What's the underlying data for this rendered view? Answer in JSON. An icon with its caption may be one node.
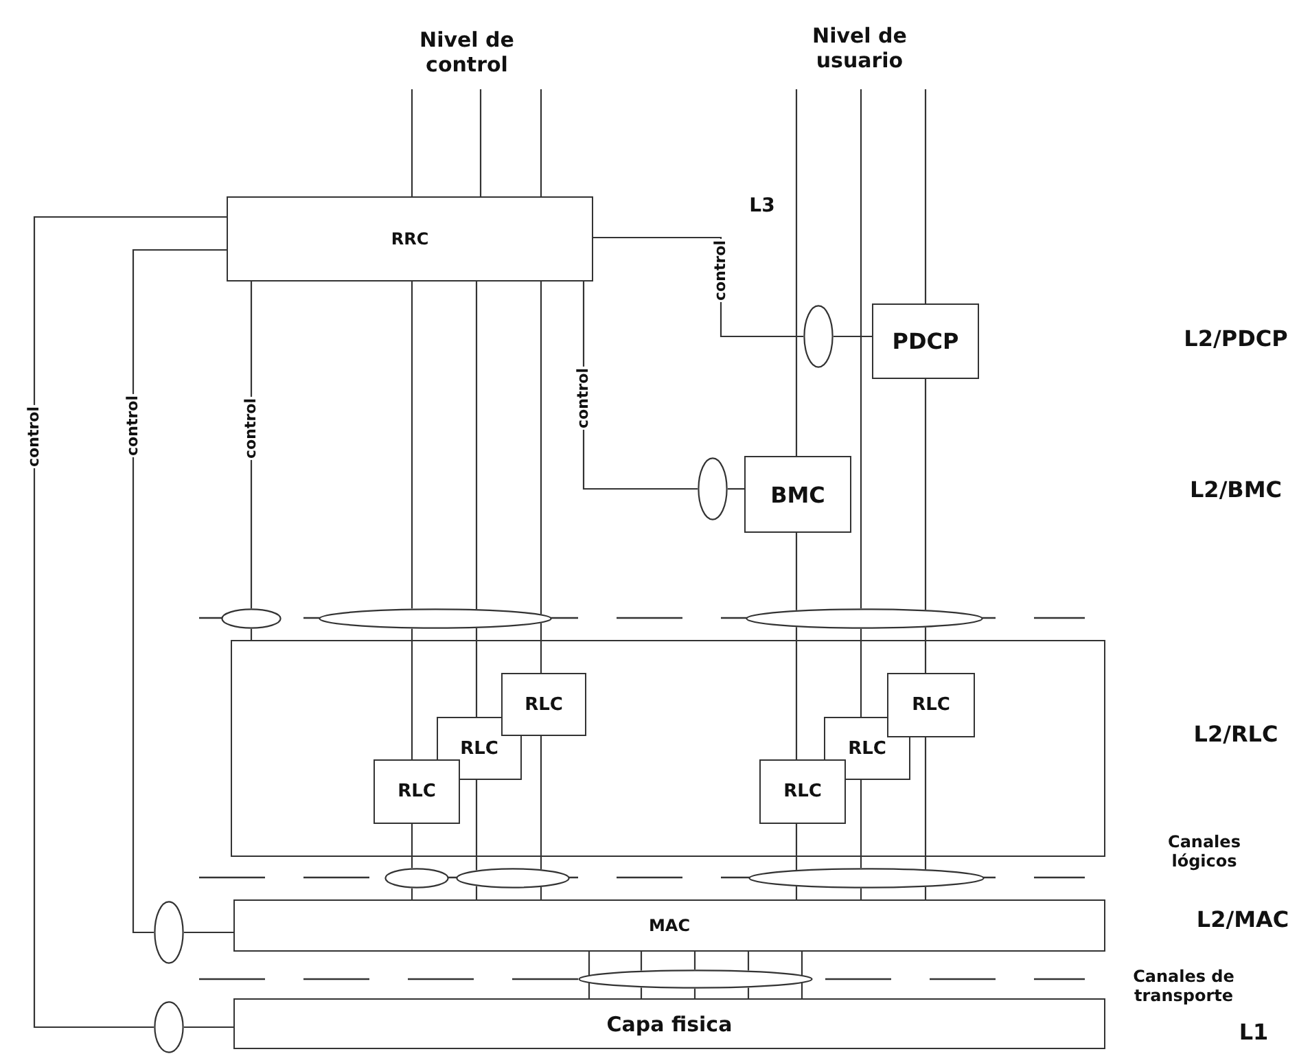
{
  "diagram": {
    "nodes": [
      {
        "text": [
          "RRC"
        ]
      },
      {
        "text": [
          "PDCP"
        ]
      },
      {
        "text": [
          "BMC"
        ]
      },
      {
        "text": [],
        "shape": "box"
      },
      {
        "text": [
          "RLC"
        ],
        "in": 3
      },
      {
        "text": [
          "RLC"
        ],
        "in": 3
      },
      {
        "text": [
          "RLC"
        ],
        "in": 3
      },
      {
        "text": [
          "RLC"
        ],
        "in": 3
      },
      {
        "text": [
          "RLC"
        ],
        "in": 3
      },
      {
        "text": [
          "RLC"
        ],
        "in": 3
      },
      {
        "text": [
          "MAC"
        ]
      },
      {
        "text": [
          "Capa fisica"
        ]
      },
      {
        "text": [],
        "shape": "ellipse"
      },
      {
        "text": [],
        "shape": "ellipse"
      },
      {
        "text": [],
        "shape": "ellipse"
      },
      {
        "text": [],
        "shape": "ellipse"
      },
      {
        "text": [],
        "shape": "ellipse"
      },
      {
        "text": [],
        "shape": "ellipse"
      },
      {
        "text": [],
        "shape": "ellipse"
      },
      {
        "text": [],
        "shape": "ellipse"
      },
      {
        "text": [],
        "shape": "ellipse"
      },
      {
        "text": [],
        "shape": "ellipse"
      },
      {
        "text": [],
        "shape": "ellipse"
      }
    ],
    "edges": [
      {
        "from": 0,
        "to": 12,
        "arrow": "none",
        "label": "control"
      },
      {
        "from": 12,
        "to": 1,
        "arrow": "none"
      },
      {
        "from": 0,
        "to": 13,
        "arrow": "none",
        "label": "control"
      },
      {
        "from": 13,
        "to": 2,
        "arrow": "none"
      },
      {
        "from": 0,
        "to": 14,
        "arrow": "none",
        "label": "control"
      },
      {
        "from": 14,
        "to": 3,
        "arrow": "none"
      },
      {
        "from": 0,
        "to": 20,
        "arrow": "none",
        "label": "control"
      },
      {
        "from": 20,
        "to": 10,
        "arrow": "none"
      },
      {
        "from": 0,
        "to": 21,
        "arrow": "none",
        "label": "control"
      },
      {
        "from": 21,
        "to": 11,
        "arrow": "none"
      },
      {
        "from": null,
        "to": 0,
        "arrow": "none"
      },
      {
        "from": null,
        "to": 0,
        "arrow": "none"
      },
      {
        "from": null,
        "to": 0,
        "arrow": "none"
      },
      {
        "from": 0,
        "to": 15,
        "arrow": "none"
      },
      {
        "from": 0,
        "to": 15,
        "arrow": "none"
      },
      {
        "from": 0,
        "to": 15,
        "arrow": "none"
      },
      {
        "from": 15,
        "to": 4,
        "arrow": "none"
      },
      {
        "from": 15,
        "to": 5,
        "arrow": "none"
      },
      {
        "from": 15,
        "to": 6,
        "arrow": "none"
      },
      {
        "from": 4,
        "to": 17,
        "arrow": "none"
      },
      {
        "from": 5,
        "to": 18,
        "arrow": "none"
      },
      {
        "from": 6,
        "to": 18,
        "arrow": "none"
      },
      {
        "from": 17,
        "to": 10,
        "arrow": "none"
      },
      {
        "from": 18,
        "to": 10,
        "arrow": "none"
      },
      {
        "from": 18,
        "to": 10,
        "arrow": "none"
      },
      {
        "from": null,
        "to": 2,
        "arrow": "none"
      },
      {
        "from": null,
        "to": 16,
        "arrow": "none"
      },
      {
        "from": null,
        "to": 1,
        "arrow": "none"
      },
      {
        "from": 2,
        "to": 16,
        "arrow": "none"
      },
      {
        "from": 1,
        "to": 16,
        "arrow": "none"
      },
      {
        "from": 16,
        "to": 7,
        "arrow": "none"
      },
      {
        "from": 16,
        "to": 8,
        "arrow": "none"
      },
      {
        "from": 16,
        "to": 9,
        "arrow": "none"
      },
      {
        "from": 7,
        "to": 19,
        "arrow": "none"
      },
      {
        "from": 8,
        "to": 19,
        "arrow": "none"
      },
      {
        "from": 9,
        "to": 19,
        "arrow": "none"
      },
      {
        "from": 19,
        "to": 10,
        "arrow": "none"
      },
      {
        "from": 19,
        "to": 10,
        "arrow": "none"
      },
      {
        "from": 19,
        "to": 10,
        "arrow": "none"
      },
      {
        "from": 10,
        "to": 22,
        "arrow": "none"
      },
      {
        "from": 10,
        "to": 22,
        "arrow": "none"
      },
      {
        "from": 10,
        "to": 22,
        "arrow": "none"
      },
      {
        "from": 10,
        "to": 22,
        "arrow": "none"
      },
      {
        "from": 10,
        "to": 22,
        "arrow": "none"
      },
      {
        "from": 22,
        "to": 11,
        "arrow": "none"
      },
      {
        "from": 22,
        "to": 11,
        "arrow": "none"
      },
      {
        "from": 22,
        "to": 11,
        "arrow": "none"
      },
      {
        "from": 22,
        "to": 11,
        "arrow": "none"
      },
      {
        "from": 22,
        "to": 11,
        "arrow": "none"
      }
    ],
    "labels": [
      "Nivel de control",
      "Nivel de usuario",
      "L3",
      "L2/PDCP",
      "L2/BMC",
      "L2/RLC",
      "Canales lógicos",
      "L2/MAC",
      "Canales de transporte",
      "L1"
    ]
  }
}
